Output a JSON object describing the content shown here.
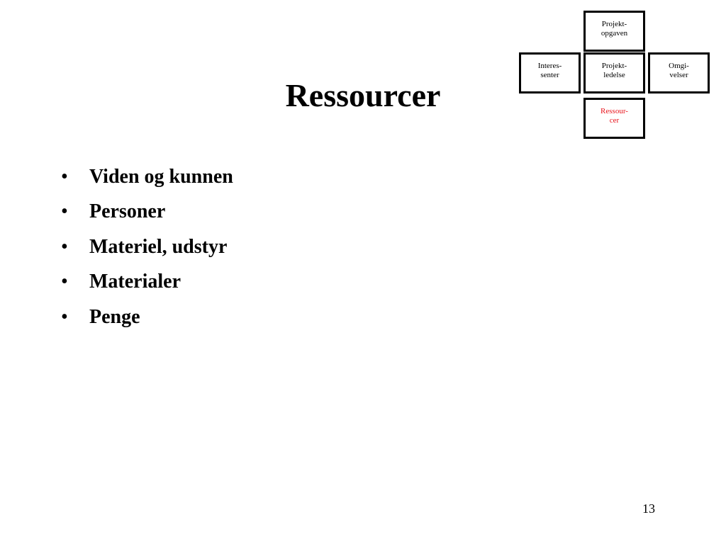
{
  "slide": {
    "title": "Ressourcer",
    "bullet_glyph": "•",
    "bullets": [
      "Viden og kunnen",
      "Personer",
      "Materiel, udstyr",
      "Materialer",
      "Penge"
    ],
    "page_number": "13"
  },
  "diagram": {
    "boxes": {
      "top": {
        "line1": "Projekt-",
        "line2": "opgaven"
      },
      "left": {
        "line1": "Interes-",
        "line2": "senter"
      },
      "center": {
        "line1": "Projekt-",
        "line2": "ledelse"
      },
      "right": {
        "line1": "Omgi-",
        "line2": "velser"
      },
      "bottom": {
        "line1": "Ressour-",
        "line2": "cer"
      }
    },
    "highlight_box": "bottom",
    "highlight_color": "#e8131b"
  }
}
